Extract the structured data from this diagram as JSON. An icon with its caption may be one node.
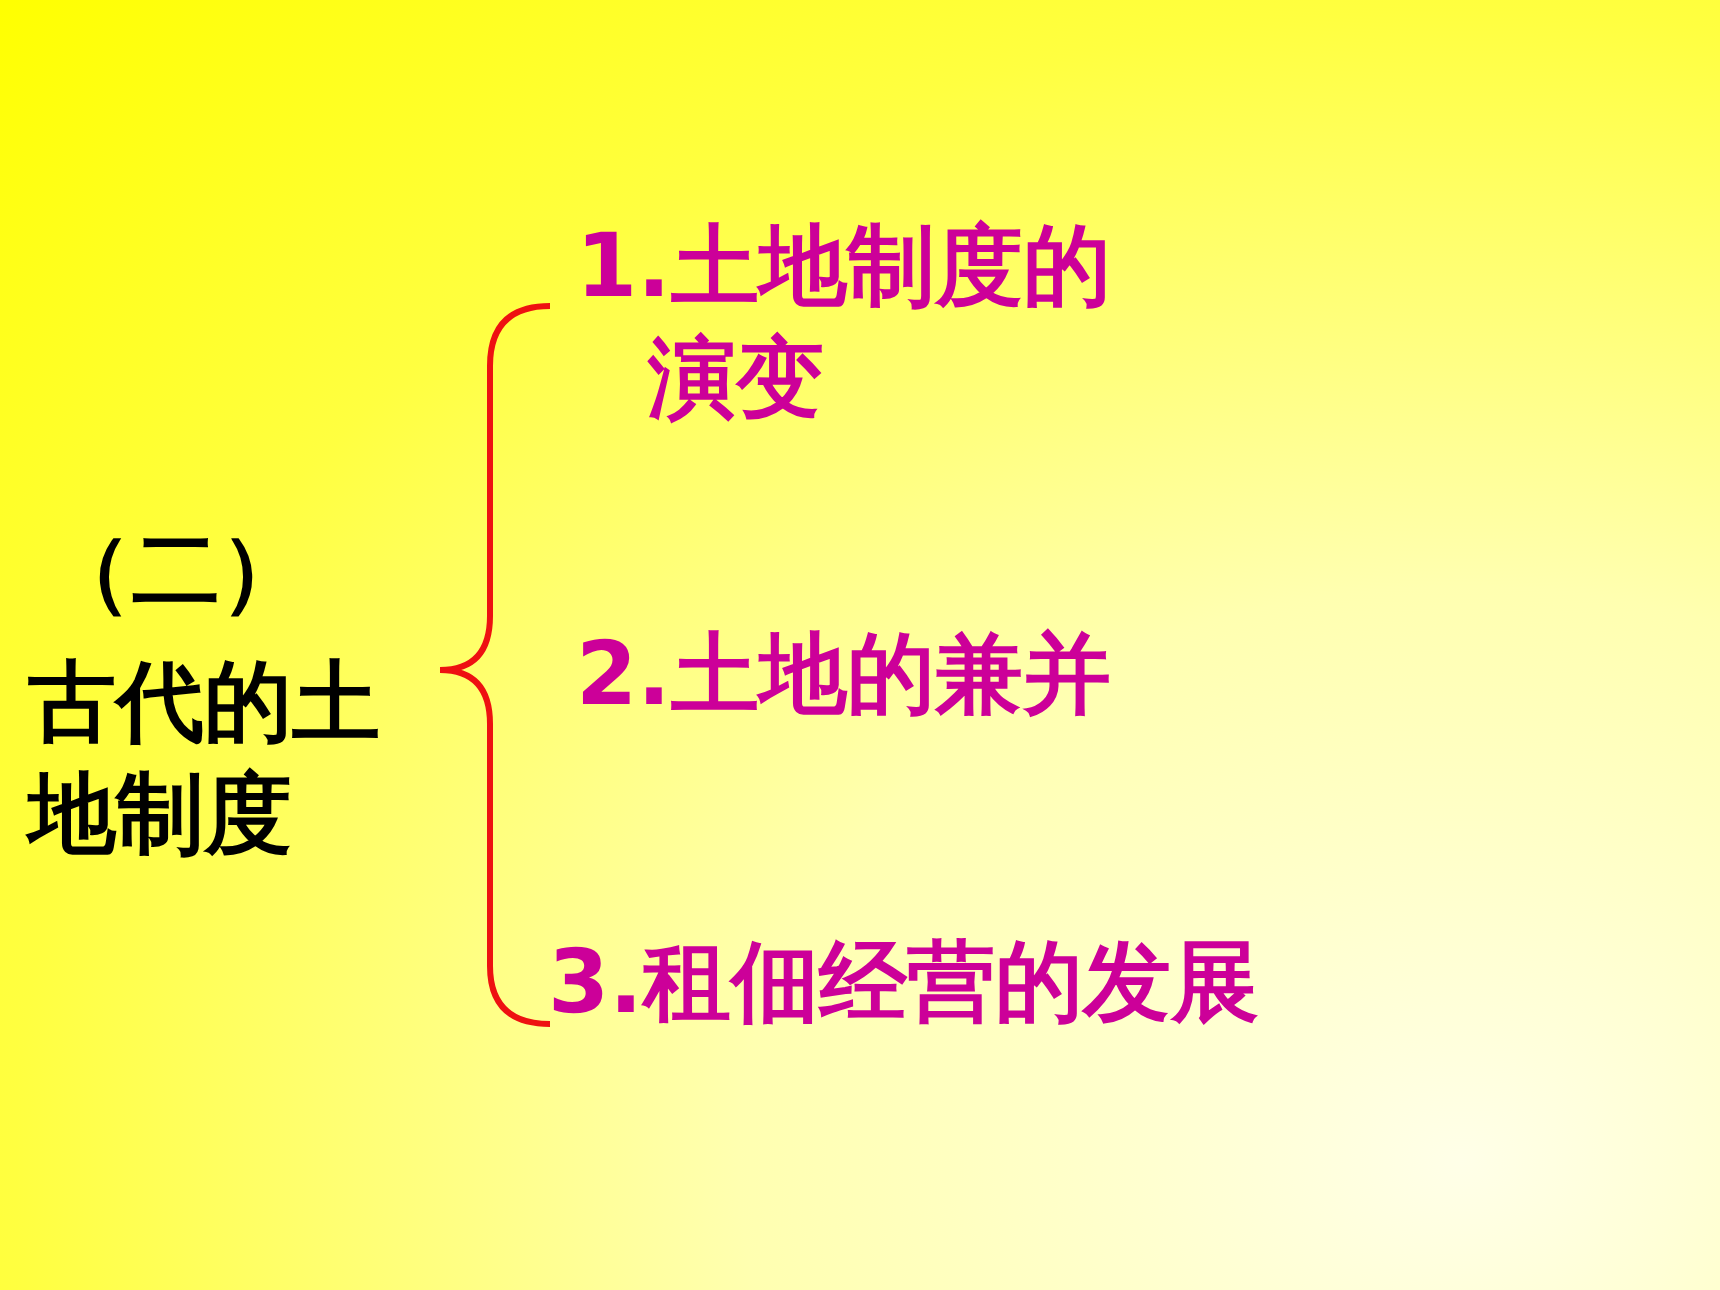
{
  "diagram": {
    "labels": [
      "（二）",
      "古代的土地制度",
      "1.土地制度的演变",
      "2.土地的兼并",
      "3.租佃经营的发展"
    ]
  }
}
